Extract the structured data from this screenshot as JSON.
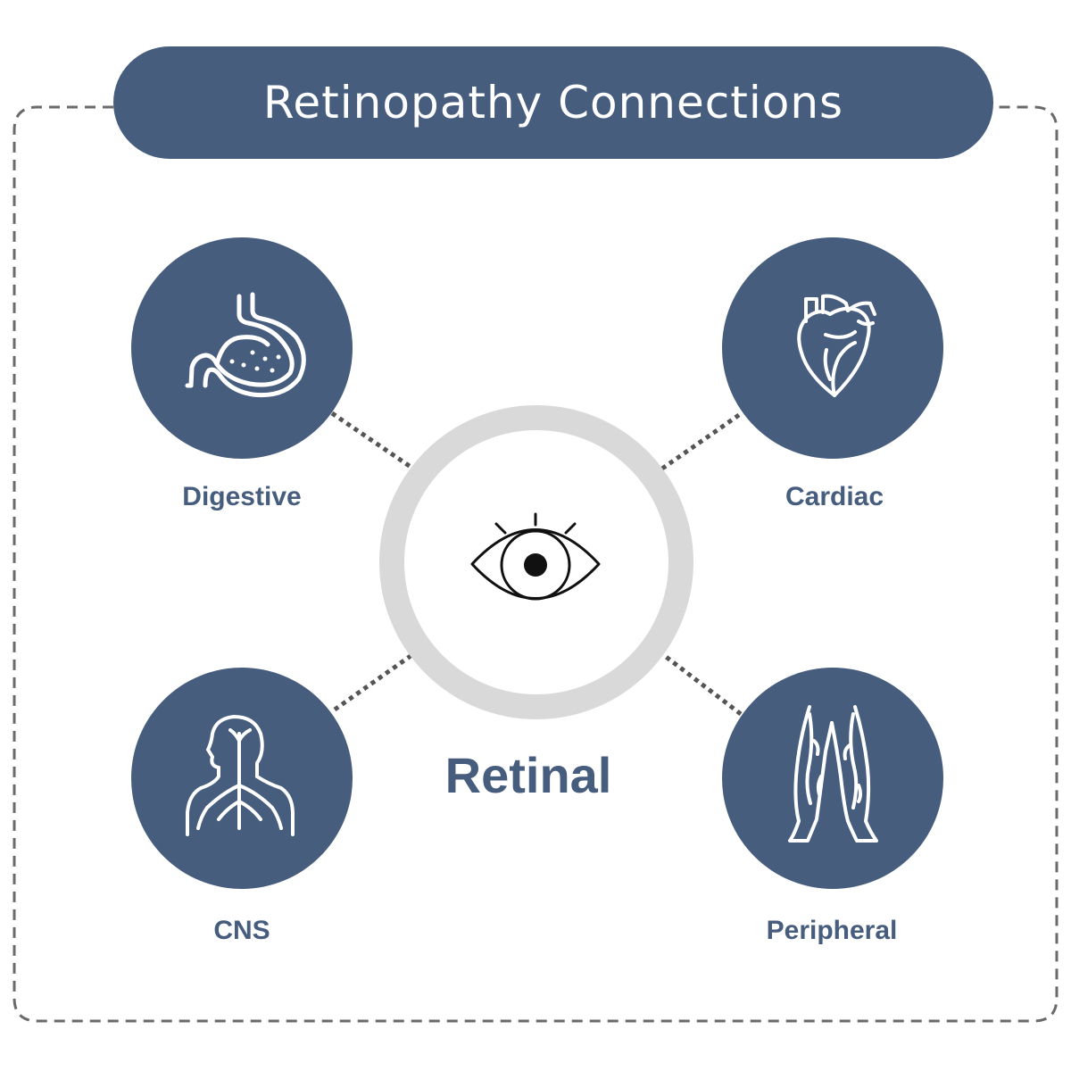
{
  "title": "Retinopathy Connections",
  "center": {
    "label": "Retinal",
    "icon": "eye-icon"
  },
  "nodes": [
    {
      "label": "Digestive",
      "icon": "stomach-icon"
    },
    {
      "label": "Cardiac",
      "icon": "heart-icon"
    },
    {
      "label": "CNS",
      "icon": "nervous-system-icon"
    },
    {
      "label": "Peripheral",
      "icon": "legs-veins-icon"
    }
  ],
  "colors": {
    "primary": "#475d7e",
    "ring": "#d9d9d9",
    "connector": "#555555",
    "frame": "#6a6a6a",
    "icon_stroke": "#ffffff",
    "eye": "#111111"
  }
}
